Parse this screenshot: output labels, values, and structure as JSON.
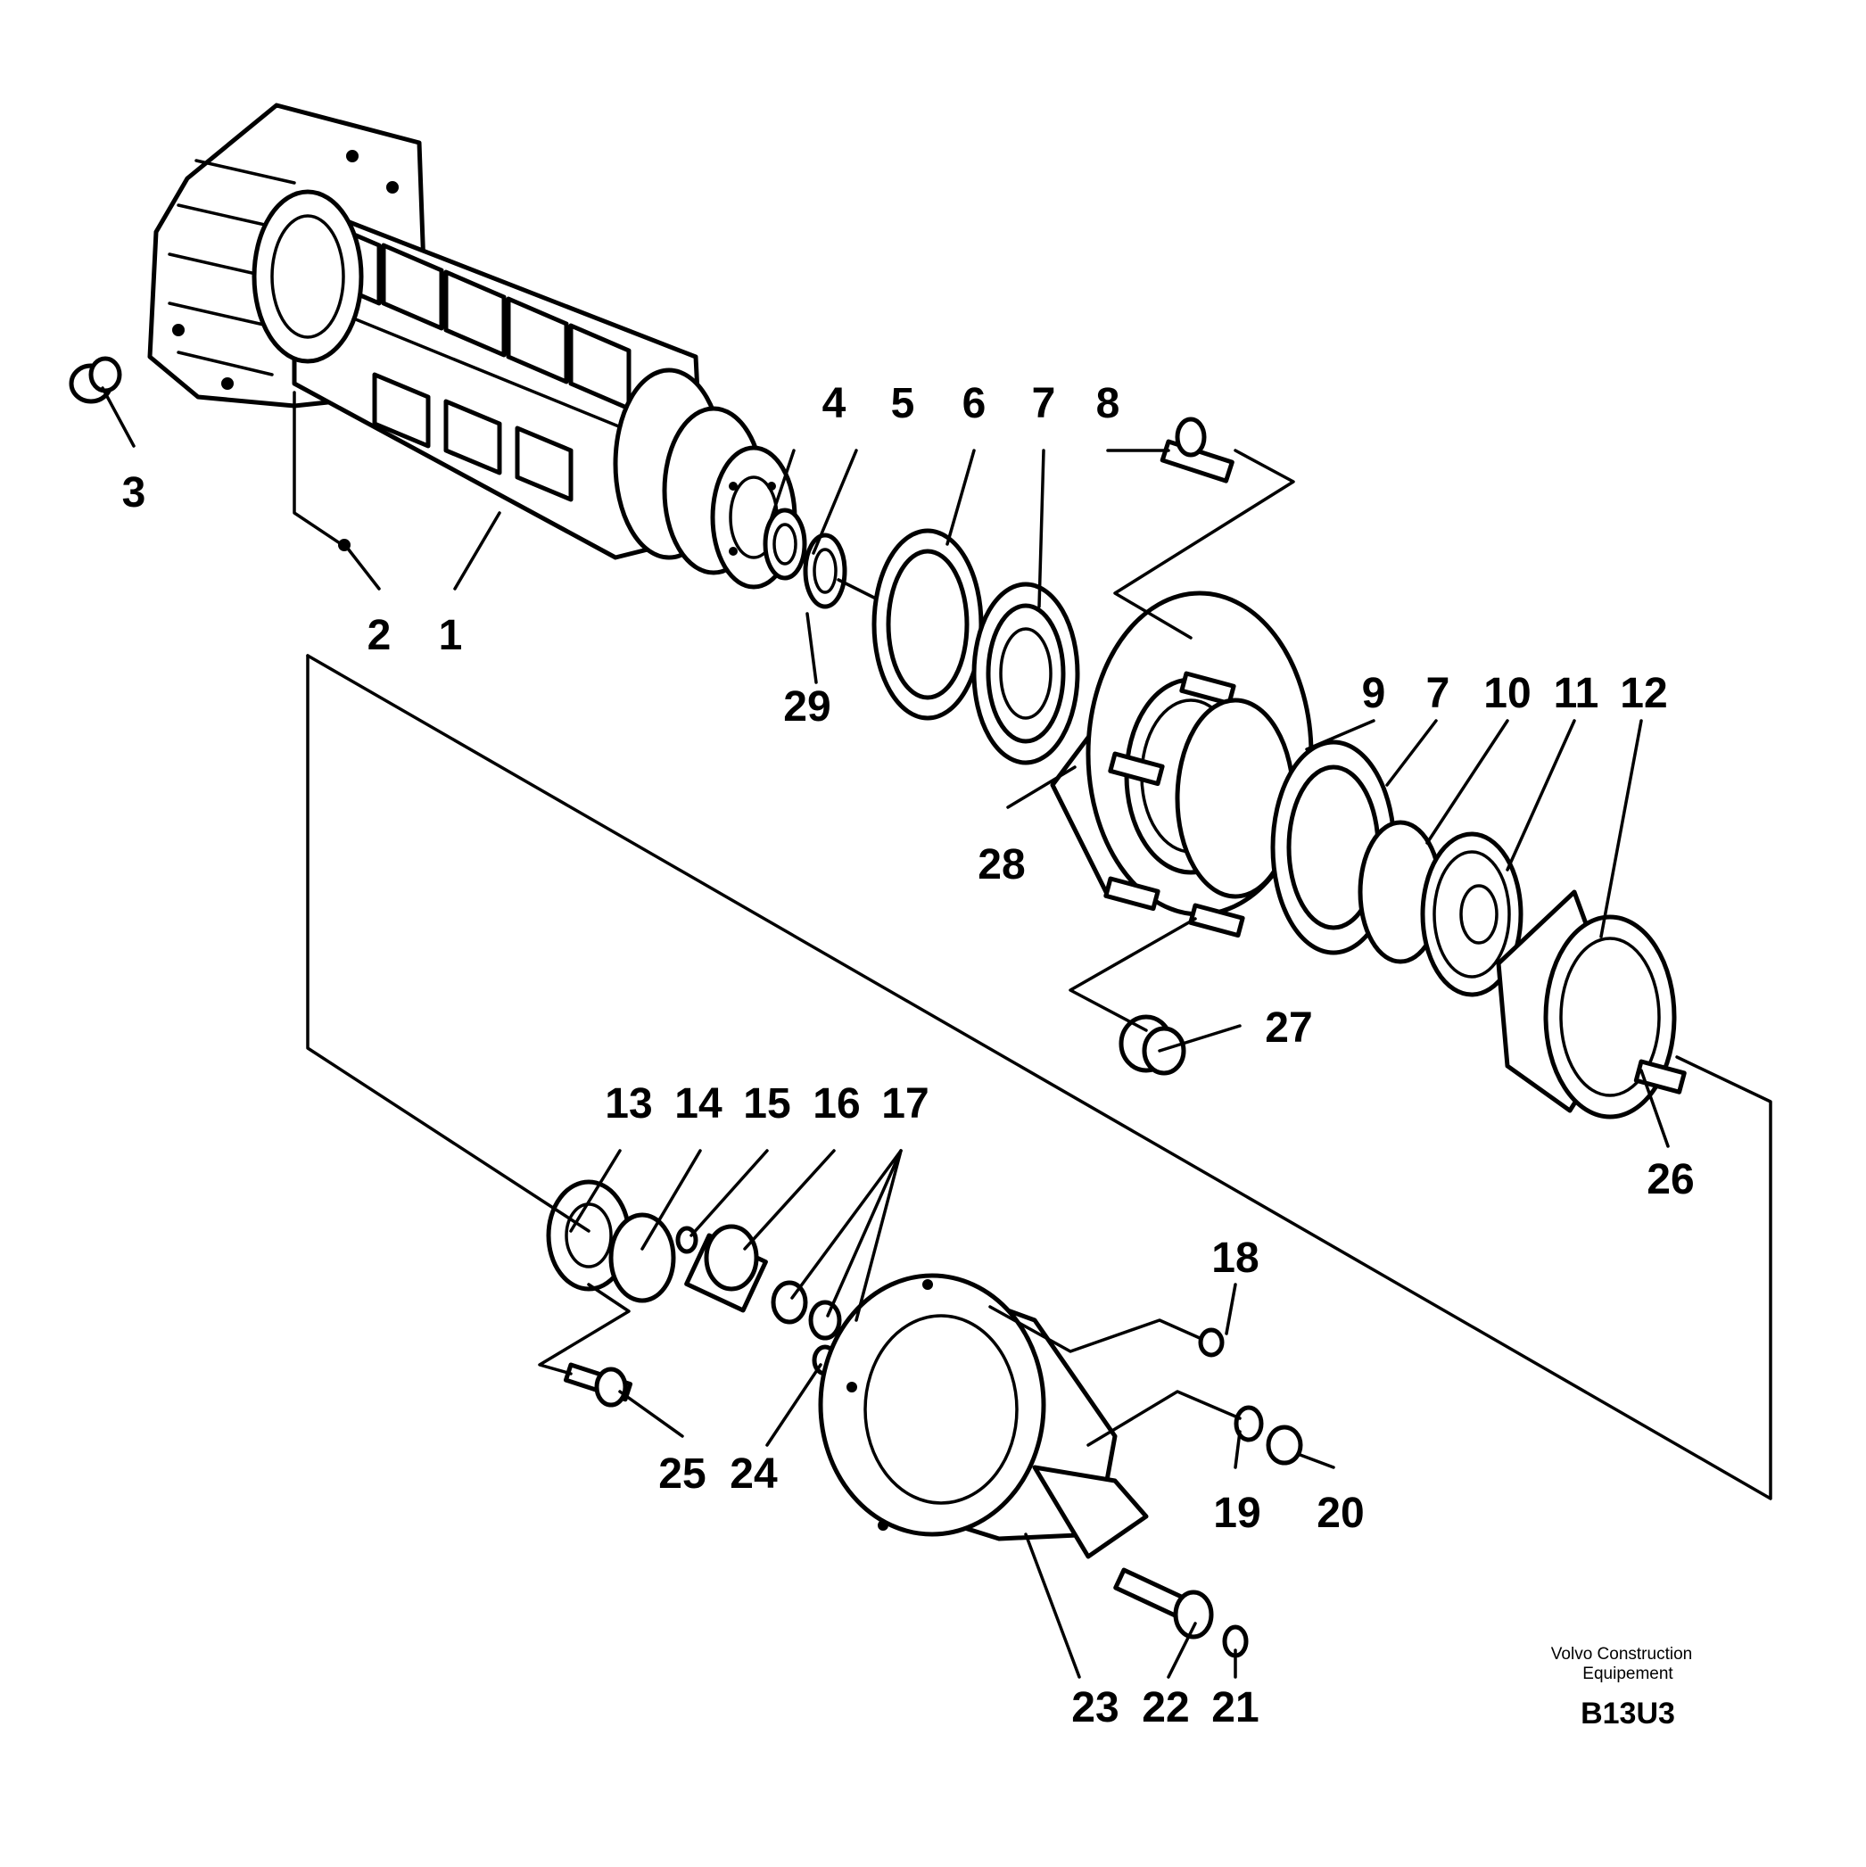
{
  "figure": {
    "callouts": [
      "1",
      "2",
      "3",
      "4",
      "5",
      "6",
      "7",
      "8",
      "9",
      "7",
      "10",
      "11",
      "12",
      "13",
      "14",
      "15",
      "16",
      "17",
      "18",
      "19",
      "20",
      "21",
      "22",
      "23",
      "24",
      "25",
      "26",
      "27",
      "28",
      "29"
    ],
    "brand_line1": "Volvo Construction",
    "brand_line2": "Equipement",
    "figure_code": "B13U3"
  },
  "style": {
    "ink": "#000000",
    "paper": "#ffffff"
  }
}
